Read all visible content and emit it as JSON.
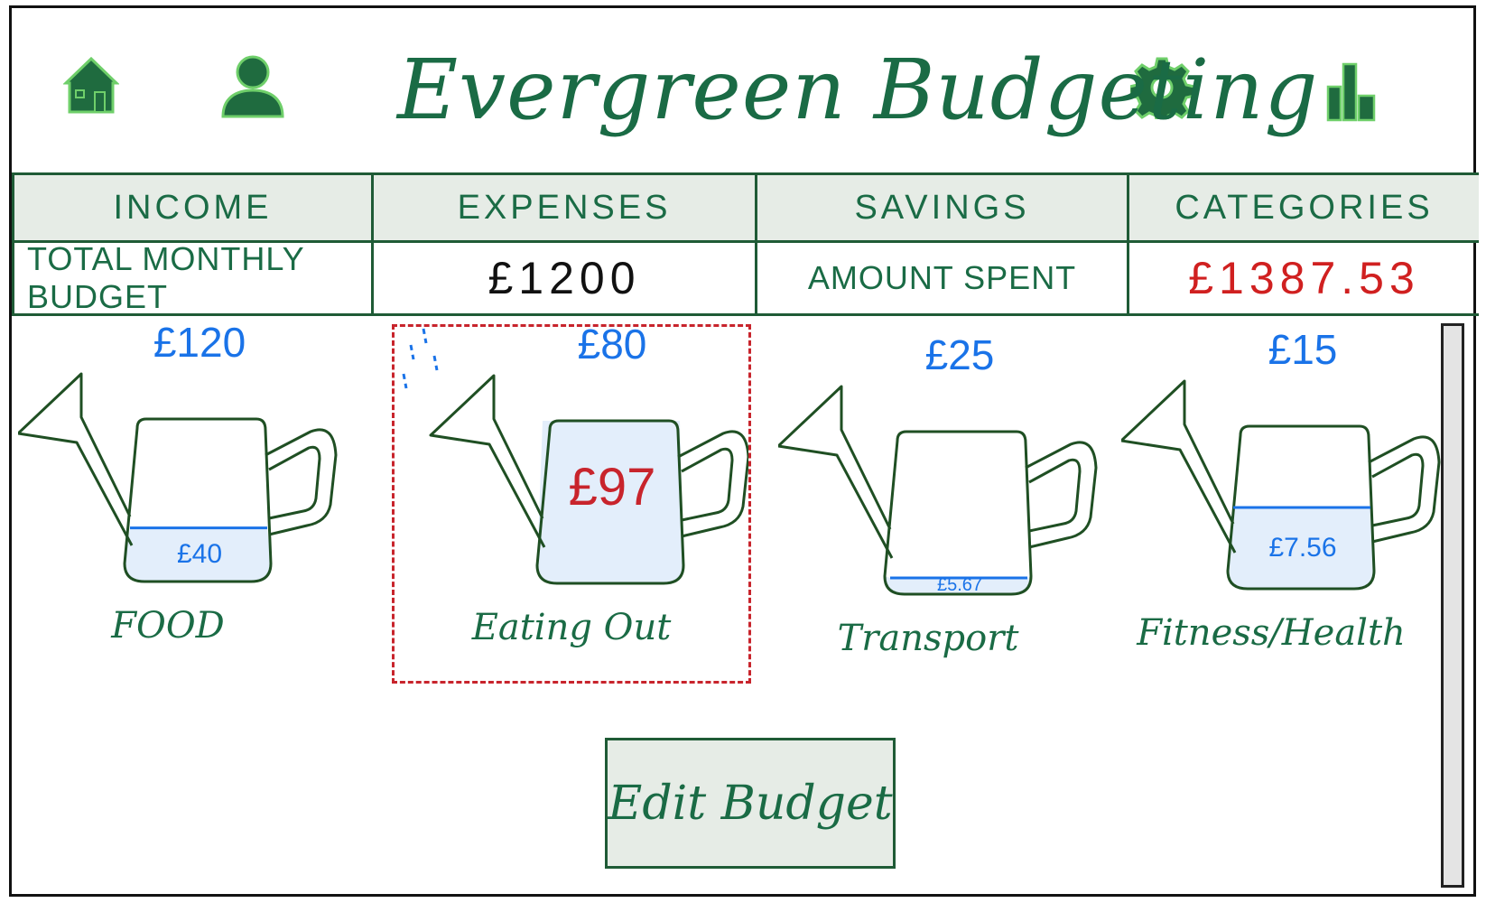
{
  "app": {
    "title": "Evergreen Budgeting"
  },
  "header_icons": [
    "home-icon",
    "user-icon",
    "settings-icon",
    "chart-icon"
  ],
  "tabs": [
    {
      "label": "INCOME"
    },
    {
      "label": "EXPENSES"
    },
    {
      "label": "SAVINGS"
    },
    {
      "label": "CATEGORIES"
    }
  ],
  "summary": {
    "budget_label": "TOTAL MONTHLY BUDGET",
    "budget_value": "£1200",
    "spent_label": "AMOUNT SPENT",
    "spent_value": "£1387.53"
  },
  "categories": [
    {
      "name": "FOOD",
      "budget": "£120",
      "spent": "£40",
      "fill": 0.33,
      "over": false
    },
    {
      "name": "Eating Out",
      "budget": "£80",
      "spent": "£97",
      "fill": 1.0,
      "over": true
    },
    {
      "name": "Transport",
      "budget": "£25",
      "spent": "£5.67",
      "fill": 0.1,
      "over": false
    },
    {
      "name": "Fitness/Health",
      "budget": "£15",
      "spent": "£7.56",
      "fill": 0.5,
      "over": false
    }
  ],
  "actions": {
    "edit_budget": "Edit Budget"
  },
  "colors": {
    "primary_green": "#1a6b45",
    "tab_bg": "#e6ece6",
    "blue": "#1a73e8",
    "over_red": "#c8242c",
    "water": "#e3eefb"
  }
}
